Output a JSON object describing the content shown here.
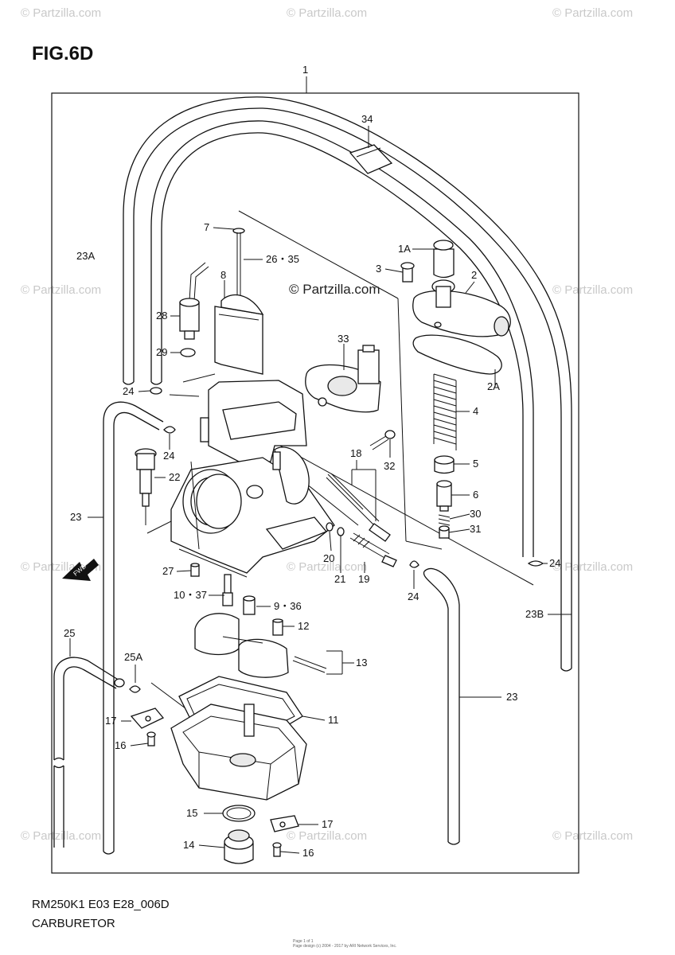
{
  "figure": {
    "title": "FIG.6D",
    "code": "RM250K1 E03 E28_006D",
    "name": "CARBURETOR",
    "center_mark": "© Partzilla.com",
    "credit_line1": "Page 1 of 1",
    "credit_line2": "Page design (c) 2004 - 2017 by ARI Network Services, Inc."
  },
  "watermark_text": "© Partzilla.com",
  "watermarks": [
    {
      "id": "wm-1"
    },
    {
      "id": "wm-2"
    },
    {
      "id": "wm-3"
    },
    {
      "id": "wm-4"
    },
    {
      "id": "wm-5"
    },
    {
      "id": "wm-6"
    },
    {
      "id": "wm-7"
    },
    {
      "id": "wm-8"
    },
    {
      "id": "wm-9"
    },
    {
      "id": "wm-10"
    },
    {
      "id": "wm-11"
    },
    {
      "id": "wm-12"
    }
  ],
  "callouts": [
    {
      "id": "c-1",
      "label": "1"
    },
    {
      "id": "c-34",
      "label": "34"
    },
    {
      "id": "c-23a",
      "label": "23A"
    },
    {
      "id": "c-7",
      "label": "7"
    },
    {
      "id": "c-2635",
      "label": "26・35"
    },
    {
      "id": "c-8",
      "label": "8"
    },
    {
      "id": "c-1a",
      "label": "1A"
    },
    {
      "id": "c-3",
      "label": "3"
    },
    {
      "id": "c-2",
      "label": "2"
    },
    {
      "id": "c-28",
      "label": "28"
    },
    {
      "id": "c-29",
      "label": "29"
    },
    {
      "id": "c-33",
      "label": "33"
    },
    {
      "id": "c-2a",
      "label": "2A"
    },
    {
      "id": "c-24a",
      "label": "24"
    },
    {
      "id": "c-24b",
      "label": "24"
    },
    {
      "id": "c-4",
      "label": "4"
    },
    {
      "id": "c-18",
      "label": "18"
    },
    {
      "id": "c-32",
      "label": "32"
    },
    {
      "id": "c-5",
      "label": "5"
    },
    {
      "id": "c-22",
      "label": "22"
    },
    {
      "id": "c-6",
      "label": "6"
    },
    {
      "id": "c-30",
      "label": "30"
    },
    {
      "id": "c-23-left",
      "label": "23"
    },
    {
      "id": "c-31",
      "label": "31"
    },
    {
      "id": "c-20",
      "label": "20"
    },
    {
      "id": "c-24c",
      "label": "24"
    },
    {
      "id": "c-27",
      "label": "27"
    },
    {
      "id": "c-21",
      "label": "21"
    },
    {
      "id": "c-19",
      "label": "19"
    },
    {
      "id": "c-24d",
      "label": "24"
    },
    {
      "id": "c-1037",
      "label": "10・37"
    },
    {
      "id": "c-936",
      "label": "9・36"
    },
    {
      "id": "c-23b",
      "label": "23B"
    },
    {
      "id": "c-12",
      "label": "12"
    },
    {
      "id": "c-25",
      "label": "25"
    },
    {
      "id": "c-13",
      "label": "13"
    },
    {
      "id": "c-25a",
      "label": "25A"
    },
    {
      "id": "c-23-right",
      "label": "23"
    },
    {
      "id": "c-11",
      "label": "11"
    },
    {
      "id": "c-17a",
      "label": "17"
    },
    {
      "id": "c-16a",
      "label": "16"
    },
    {
      "id": "c-15",
      "label": "15"
    },
    {
      "id": "c-17b",
      "label": "17"
    },
    {
      "id": "c-14",
      "label": "14"
    },
    {
      "id": "c-16b",
      "label": "16"
    }
  ]
}
